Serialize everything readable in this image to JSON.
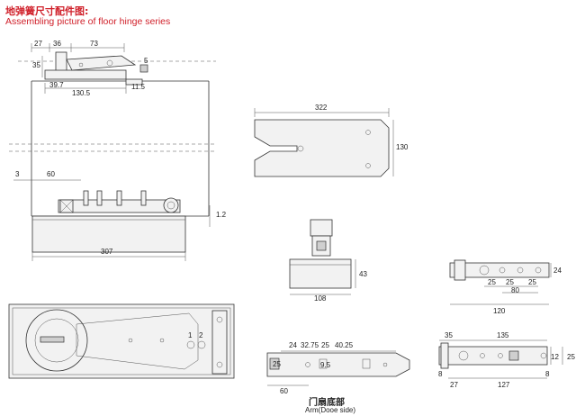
{
  "header": {
    "title_zh": "地弹簧尺寸配件图:",
    "title_en": "Assembling picture of floor hinge series"
  },
  "views": {
    "assembly": {
      "dims": [
        "27",
        "36",
        "73",
        "35",
        "5",
        "39.7",
        "130.5",
        "11.5",
        "3",
        "60",
        "1.2",
        "307"
      ]
    },
    "top_plate": {
      "dims": [
        "322",
        "130"
      ]
    },
    "pivot": {
      "dims": [
        "43",
        "108"
      ]
    },
    "arm_right": {
      "dims": [
        "24",
        "25",
        "25",
        "25",
        "80",
        "120"
      ]
    },
    "cover": {
      "labels": [
        "1",
        "2"
      ]
    },
    "door_arm": {
      "dims": [
        "24",
        "32.75",
        "25",
        "40.25",
        "25",
        "9.5",
        "60"
      ],
      "caption_zh": "门扇底部",
      "caption_en": "Arm(Dooe side)"
    },
    "bottom_right": {
      "dims": [
        "35",
        "135",
        "12",
        "25",
        "8",
        "27",
        "127",
        "8"
      ]
    }
  },
  "colors": {
    "title": "#d0202a",
    "line": "#333333"
  }
}
